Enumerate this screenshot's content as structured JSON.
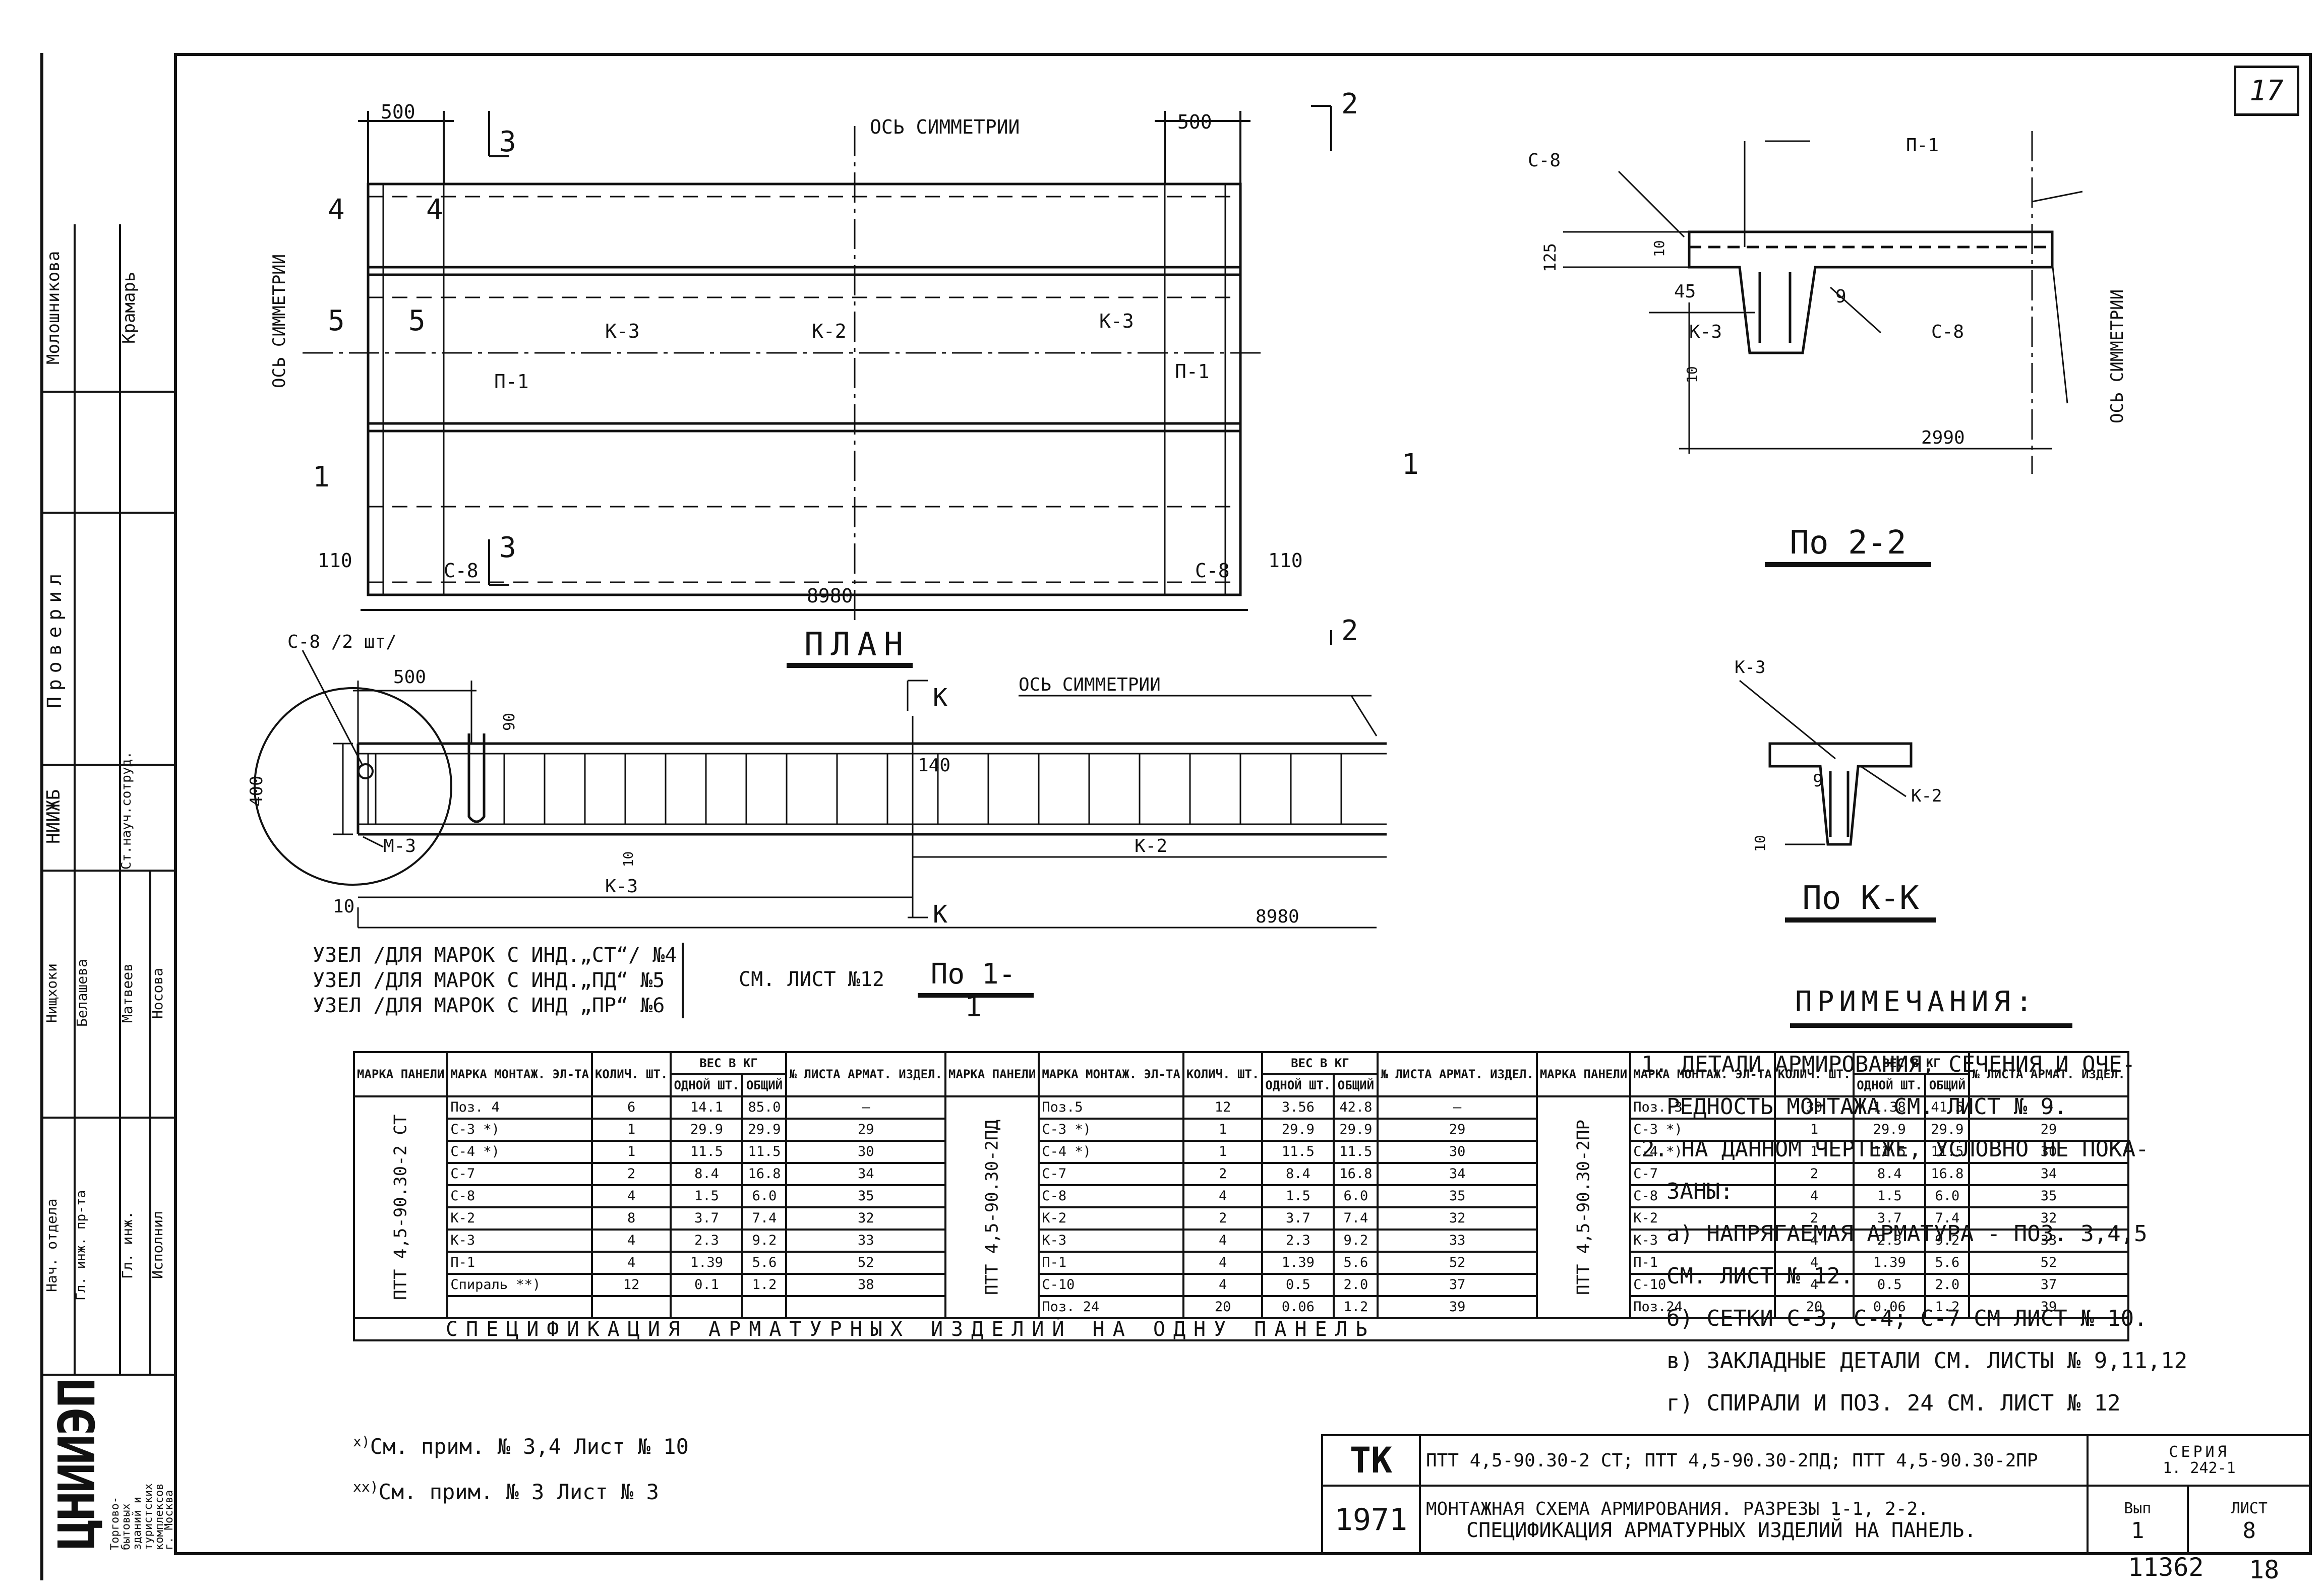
{
  "sheet_number_top": "17",
  "footer": {
    "archive_number": "11362",
    "page_number": "18"
  },
  "left_stamp": {
    "org_short": "ЦНИИЭП",
    "org_full": [
      "Торгово-",
      "бытовых",
      "зданий и",
      "туристских",
      "комплексов",
      "г. Москва"
    ],
    "roles": [
      {
        "role": "Нач. отдела",
        "name": "Нищхоки"
      },
      {
        "role": "Гл. инж. пр-та",
        "name": "Белашева"
      },
      {
        "role": "Гл. инж.",
        "name": "Матвеев"
      },
      {
        "role": "Исполнил",
        "name": "Носова"
      }
    ],
    "checked_title": "Проверил",
    "checked_org": "НИИЖБ",
    "checked_role": "Ст.науч.сотруд.",
    "checked_names": [
      "Молошникова",
      "Крамарь"
    ]
  },
  "plan": {
    "title": "ПЛАН",
    "axis_label": "ОСЬ СИММЕТРИИ",
    "axis_label_left": "ОСЬ СИММЕТРИИ",
    "dims": [
      "500",
      "500",
      "110",
      "110",
      "8980"
    ],
    "section_marks": [
      "3",
      "3",
      "2",
      "2",
      "4",
      "4",
      "5",
      "5",
      "1",
      "1"
    ],
    "labels": [
      "К-3",
      "К-2",
      "К-3",
      "П-1",
      "П-1",
      "С-8",
      "С-8"
    ]
  },
  "section_22": {
    "title": "По 2-2",
    "axis_label": "ОСЬ СИММЕТРИИ",
    "labels": [
      "С-8",
      "П-1",
      "К-3",
      "С-8"
    ],
    "dims": [
      "125",
      "10",
      "45",
      "9",
      "10",
      "2990"
    ]
  },
  "section_kk": {
    "title": "По К-К",
    "labels": [
      "К-3",
      "К-2"
    ],
    "dims": [
      "9",
      "10"
    ]
  },
  "section_11": {
    "title": "По 1-1",
    "axis_label": "ОСЬ СИММЕТРИИ",
    "labels": [
      "С-8 /2 шт/",
      "М-3",
      "К-3",
      "К-2",
      "К"
    ],
    "dims": [
      "500",
      "90",
      "400",
      "140",
      "10",
      "10",
      "8980"
    ]
  },
  "node_refs": [
    "УЗЕЛ /ДЛЯ МАРОК С ИНД.„СТ“/ №4",
    "УЗЕЛ /ДЛЯ МАРОК С ИНД.„ПД“ №5",
    "УЗЕЛ /ДЛЯ МАРОК С ИНД „ПР“ №6"
  ],
  "node_ref_sheet": "СМ. ЛИСТ №12",
  "spec_table": {
    "headers": {
      "panel": "МАРКА ПАНЕЛИ",
      "element": "МАРКА МОНТАЖ. ЭЛ-ТА",
      "qty": "КОЛИЧ. ШТ.",
      "weight": "ВЕС В КГ",
      "one": "ОДНОЙ ШТ.",
      "total": "ОБЩИЙ",
      "sheet": "№ ЛИСТА АРМАТ. ИЗДЕЛ."
    },
    "groups": [
      {
        "panel": "ПТТ 4,5-90.30-2 СТ",
        "rows": [
          [
            "Поз. 4",
            "6",
            "14.1",
            "85.0",
            "–"
          ],
          [
            "С-3 *)",
            "1",
            "29.9",
            "29.9",
            "29"
          ],
          [
            "С-4 *)",
            "1",
            "11.5",
            "11.5",
            "30"
          ],
          [
            "С-7",
            "2",
            "8.4",
            "16.8",
            "34"
          ],
          [
            "С-8",
            "4",
            "1.5",
            "6.0",
            "35"
          ],
          [
            "К-2",
            "8",
            "3.7",
            "7.4",
            "32"
          ],
          [
            "К-3",
            "4",
            "2.3",
            "9.2",
            "33"
          ],
          [
            "П-1",
            "4",
            "1.39",
            "5.6",
            "52"
          ],
          [
            "Спираль **)",
            "12",
            "0.1",
            "1.2",
            "38"
          ]
        ]
      },
      {
        "panel": "ПТТ 4,5-90.30-2ПД",
        "rows": [
          [
            "Поз.5",
            "12",
            "3.56",
            "42.8",
            "–"
          ],
          [
            "С-3 *)",
            "1",
            "29.9",
            "29.9",
            "29"
          ],
          [
            "С-4 *)",
            "1",
            "11.5",
            "11.5",
            "30"
          ],
          [
            "С-7",
            "2",
            "8.4",
            "16.8",
            "34"
          ],
          [
            "С-8",
            "4",
            "1.5",
            "6.0",
            "35"
          ],
          [
            "К-2",
            "2",
            "3.7",
            "7.4",
            "32"
          ],
          [
            "К-3",
            "4",
            "2.3",
            "9.2",
            "33"
          ],
          [
            "П-1",
            "4",
            "1.39",
            "5.6",
            "52"
          ],
          [
            "С-10",
            "4",
            "0.5",
            "2.0",
            "37"
          ],
          [
            "Поз. 24",
            "20",
            "0.06",
            "1.2",
            "39"
          ]
        ]
      },
      {
        "panel": "ПТТ 4,5-90.30-2ПР",
        "rows": [
          [
            "Поз. 3",
            "30",
            "1.38",
            "41.5",
            "–"
          ],
          [
            "С-3 *)",
            "1",
            "29.9",
            "29.9",
            "29"
          ],
          [
            "С-4 *)",
            "1",
            "11.5",
            "11.5",
            "30"
          ],
          [
            "С-7",
            "2",
            "8.4",
            "16.8",
            "34"
          ],
          [
            "С-8",
            "4",
            "1.5",
            "6.0",
            "35"
          ],
          [
            "К-2",
            "2",
            "3.7",
            "7.4",
            "32"
          ],
          [
            "К-3",
            "4",
            "2.3",
            "9.2",
            "33"
          ],
          [
            "П-1",
            "4",
            "1.39",
            "5.6",
            "52"
          ],
          [
            "С-10",
            "4",
            "0.5",
            "2.0",
            "37"
          ],
          [
            "Поз.24",
            "20",
            "0.06",
            "1.2",
            "39"
          ]
        ]
      }
    ],
    "caption": "СПЕЦИФИКАЦИЯ АРМАТУРНЫХ ИЗДЕЛИЙ НА ОДНУ ПАНЕЛЬ"
  },
  "footnotes": [
    {
      "mark": "x)",
      "text": "См. прим. № 3,4 Лист № 10"
    },
    {
      "mark": "xx)",
      "text": "См. прим. № 3 Лист № 3"
    }
  ],
  "notes": {
    "title": "ПРИМЕЧАНИЯ:",
    "lines": [
      "1. ДЕТАЛИ АРМИРОВАНИЯ, СЕЧЕНИЯ И ОЧЕ-",
      "РЕДНОСТЬ МОНТАЖА СМ. ЛИСТ № 9.",
      "2. НА ДАННОМ ЧЕРТЕЖЕ, УСЛОВНО НЕ ПОКА-",
      "ЗАНЫ:",
      "а) НАПРЯГАЕМАЯ АРМАТУРА - ПОЗ. 3,4,5",
      "СМ. ЛИСТ № 12.",
      "б) СЕТКИ С-3, С-4; С-7 СМ ЛИСТ № 10.",
      "в) ЗАКЛАДНЫЕ ДЕТАЛИ СМ. ЛИСТЫ № 9,11,12",
      "г) СПИРАЛИ И ПОЗ. 24 СМ. ЛИСТ № 12"
    ]
  },
  "title_block": {
    "code": "ТК",
    "year": "1971",
    "marks": "ПТТ 4,5-90.30-2 СТ; ПТТ 4,5-90.30-2ПД; ПТТ 4,5-90.30-2ПР",
    "desc1": "МОНТАЖНАЯ СХЕМА АРМИРОВАНИЯ. РАЗРЕЗЫ 1-1, 2-2.",
    "desc2": "СПЕЦИФИКАЦИЯ АРМАТУРНЫХ ИЗДЕЛИЙ НА ПАНЕЛЬ.",
    "series_label": "СЕРИЯ",
    "series": "1. 242-1",
    "issue_label": "Вып",
    "issue": "1",
    "sheet_label": "ЛИСТ",
    "sheet": "8"
  }
}
